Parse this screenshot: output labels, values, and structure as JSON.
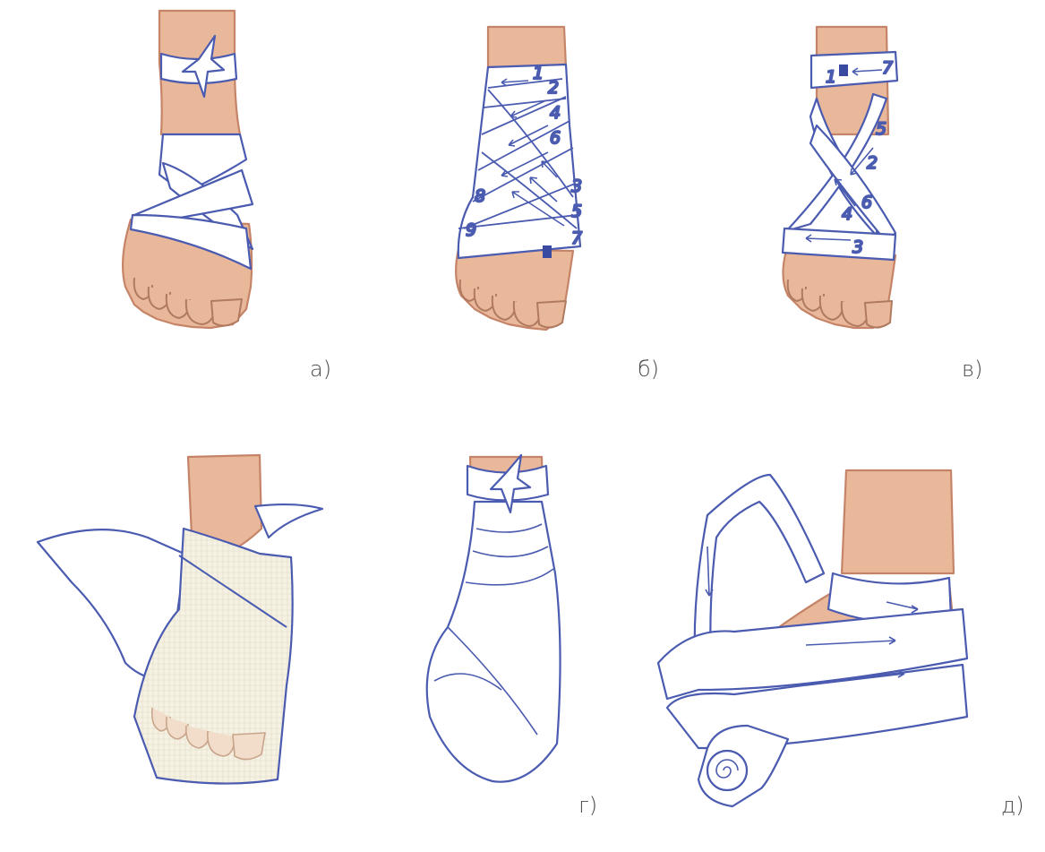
{
  "colors": {
    "skin": "#e9b89a",
    "skin_dark": "#b07a60",
    "skin_outline": "#c58468",
    "bandage": "#ffffff",
    "bandage_line": "#4a5bb0",
    "gauze": "#f3efe0",
    "label": "#4a4a4a"
  },
  "panels": [
    {
      "id": "a",
      "label": "а)"
    },
    {
      "id": "b",
      "label": "б)",
      "numbers": [
        "1",
        "2",
        "4",
        "6",
        "3",
        "5",
        "7",
        "8",
        "9"
      ]
    },
    {
      "id": "v",
      "label": "в)",
      "numbers": [
        "1",
        "7",
        "5",
        "2",
        "6",
        "4",
        "3"
      ]
    },
    {
      "id": "g",
      "label": "г)"
    },
    {
      "id": "d",
      "label": "д)"
    }
  ]
}
